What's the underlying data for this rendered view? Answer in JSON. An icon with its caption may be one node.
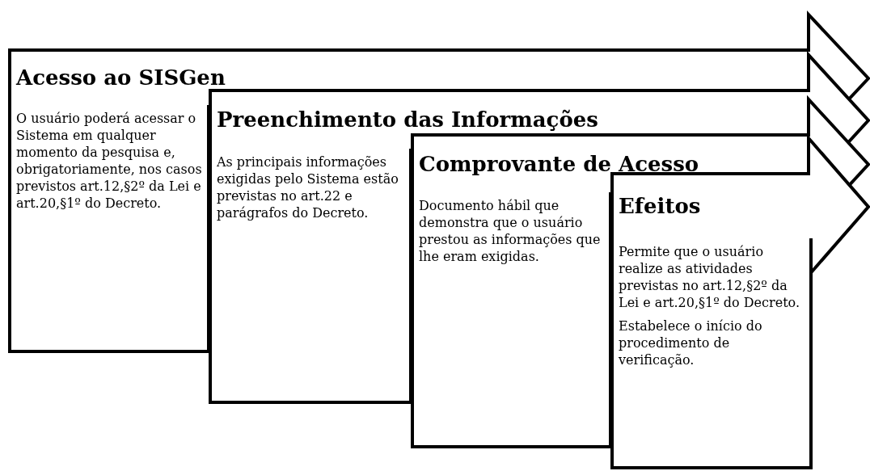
{
  "diagram": {
    "nodes": [
      {
        "text": [
          "Acesso ao SISGen",
          "O usuário poderá acessar o Sistema em qualquer momento da pesquisa e, obrigatoriamente, nos casos previstos art.12,§2º da Lei e art.20,§1º do Decreto."
        ]
      },
      {
        "text": [
          "Preenchimento das Informações",
          "As principais informações exigidas pelo Sistema estão previstas no art.22 e parágrafos do Decreto."
        ]
      },
      {
        "text": [
          "Comprovante de Acesso",
          "Documento hábil que demonstra que o usuário prestou as informações que lhe eram exigidas."
        ]
      },
      {
        "text": [
          "Efeitos",
          "Permite que o usuário realize as atividades previstas no art.12,§2º da Lei e art.20,§1º do Decreto.",
          "Estabelece o início do procedimento de verificação."
        ]
      }
    ]
  }
}
